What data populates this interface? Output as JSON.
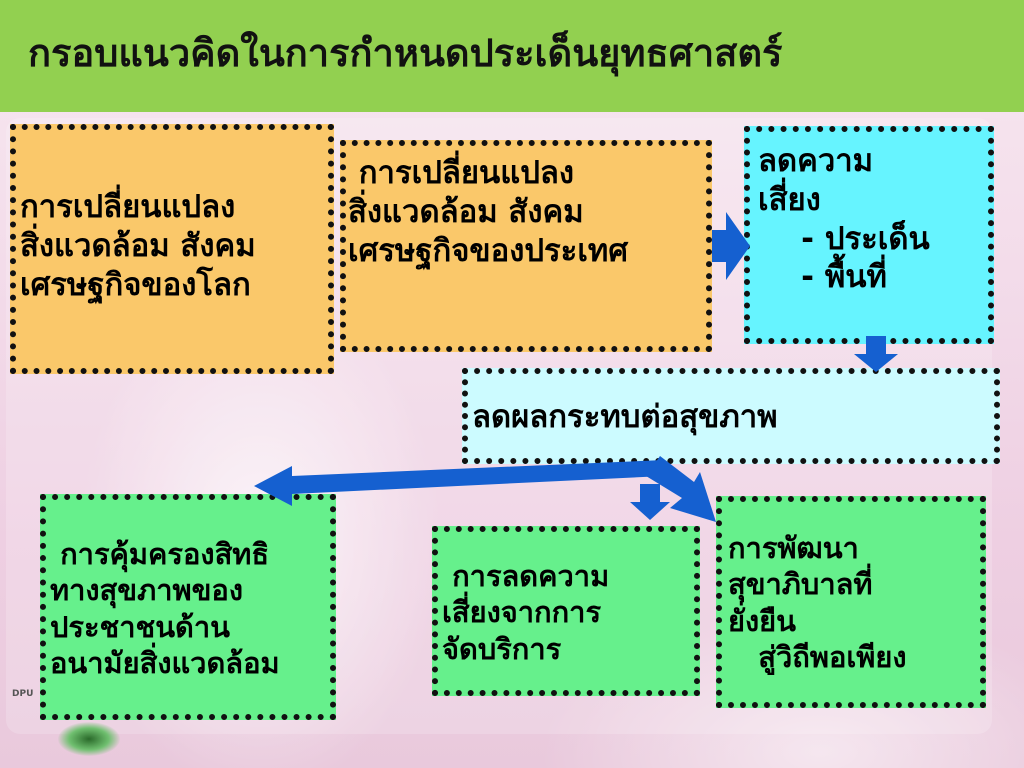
{
  "title": "กรอบแนวคิดในการกำหนดประเด็นยุทธศาสตร์",
  "boxes": {
    "world_change": "การเปลี่ยนแปลง\nสิ่งแวดล้อม สังคม\nเศรษฐกิจของโลก",
    "nation_change": " การเปลี่ยนแปลง\nสิ่งแวดล้อม สังคม\nเศรษฐกิจของประเทศ",
    "reduce_risk": "ลดความ\nเสี่ยง\n    - ประเด็น\n    - พื้นที่",
    "reduce_health_impact": "ลดผลกระทบต่อสุขภาพ",
    "rights_protection": " การคุ้มครองสิทธิ\nทางสุขภาพของ\nประชาชนด้าน\nอนามัยสิ่งแวดล้อม",
    "service_risk": " การลดความ\nเสี่ยงจากการ\nจัดบริการ",
    "sustainable_sanitation": "การพัฒนา\nสุขาภิบาลที่\nยั่งยืน\n   สู่วิถีพอเพียง"
  },
  "logo_text": "DPU",
  "colors": {
    "header": "#92d050",
    "orange_box": "#fac86a",
    "cyan_box": "#66f4ff",
    "light_cyan_box": "#ccfbff",
    "green_box": "#66f08c",
    "arrow": "#1560d0"
  }
}
